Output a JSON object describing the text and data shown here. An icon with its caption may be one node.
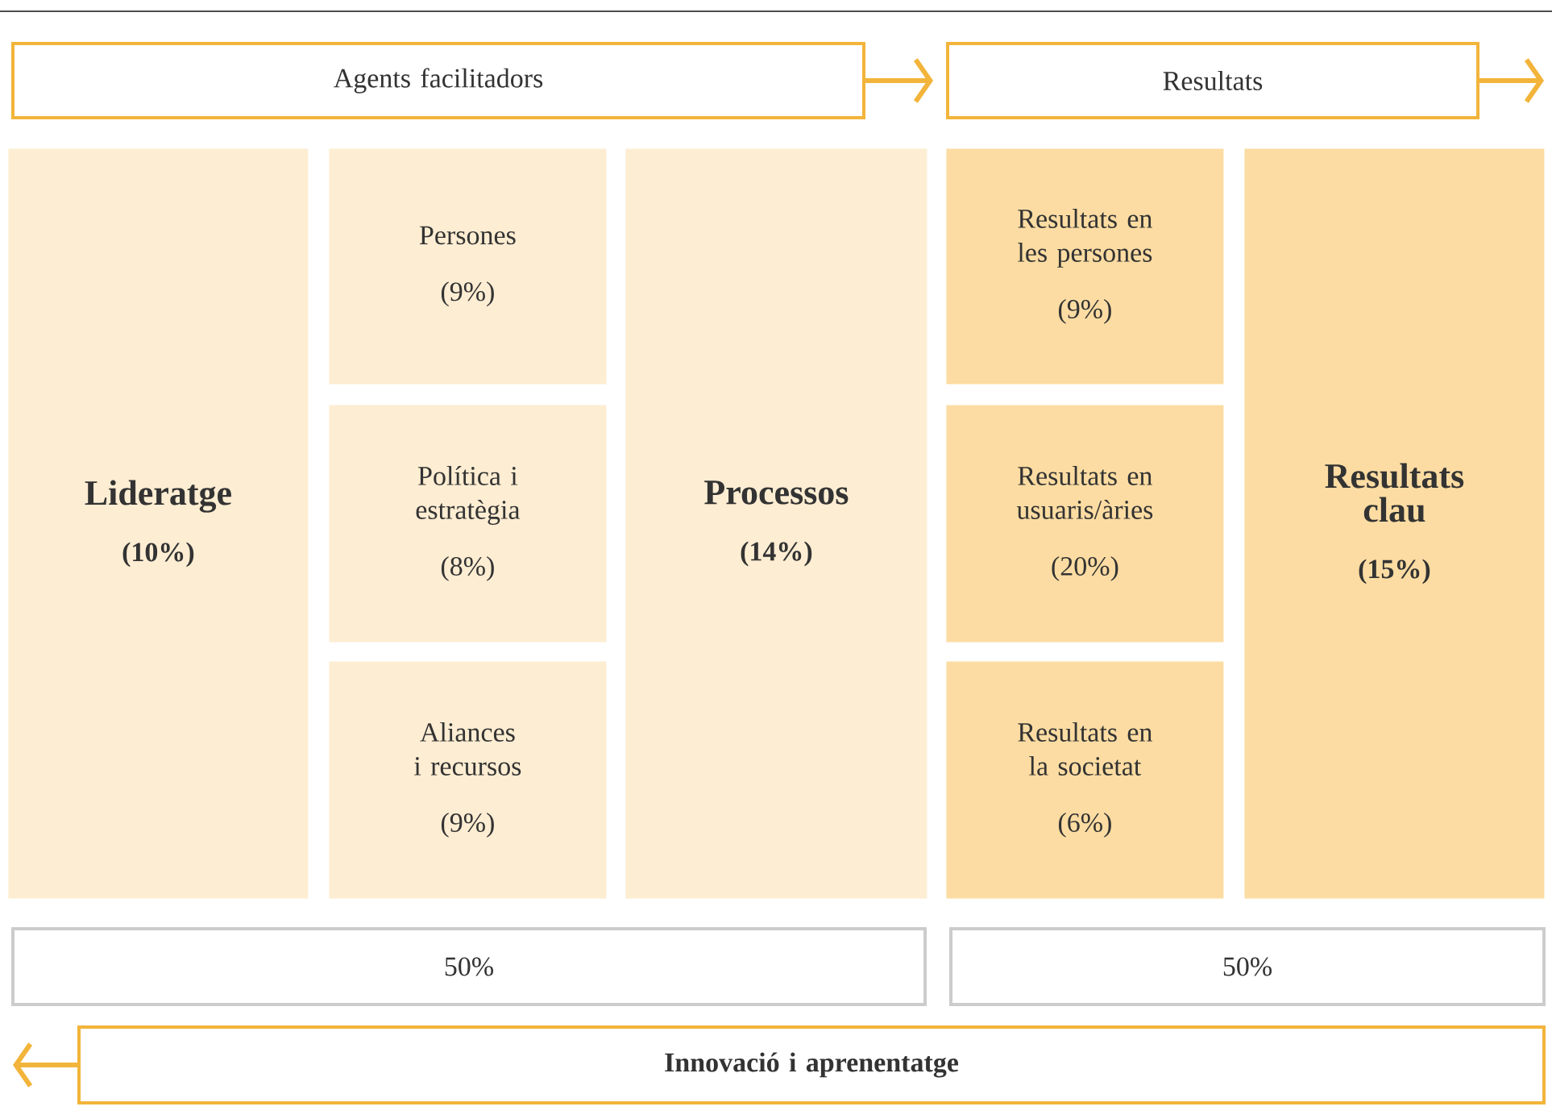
{
  "diagram": {
    "nodes": [
      {
        "text": [
          "Agents facilitadors"
        ]
      },
      {
        "text": [
          "Resultats"
        ]
      },
      {
        "text": [
          "Lideratge",
          "(10%)"
        ]
      },
      {
        "text": [
          "Persones",
          "(9%)"
        ]
      },
      {
        "text": [
          "Política i estratègia",
          "(8%)"
        ]
      },
      {
        "text": [
          "Aliances i recursos",
          "(9%)"
        ]
      },
      {
        "text": [
          "Processos",
          "(14%)"
        ]
      },
      {
        "text": [
          "Resultats en les persones",
          "(9%)"
        ]
      },
      {
        "text": [
          "Resultats en usuaris/àries",
          "(20%)"
        ]
      },
      {
        "text": [
          "Resultats en la societat",
          "(6%)"
        ]
      },
      {
        "text": [
          "Resultats clau",
          "(15%)"
        ]
      },
      {
        "text": [
          "50%"
        ]
      },
      {
        "text": [
          "50%"
        ]
      },
      {
        "text": [
          "Innovació i aprenentatge"
        ]
      }
    ],
    "edges": [
      {
        "from": 0,
        "to": 1,
        "arrow": "to"
      },
      {
        "from": 1,
        "to": null,
        "arrow": "to"
      },
      {
        "from": 13,
        "to": null,
        "arrow": "to"
      }
    ]
  }
}
